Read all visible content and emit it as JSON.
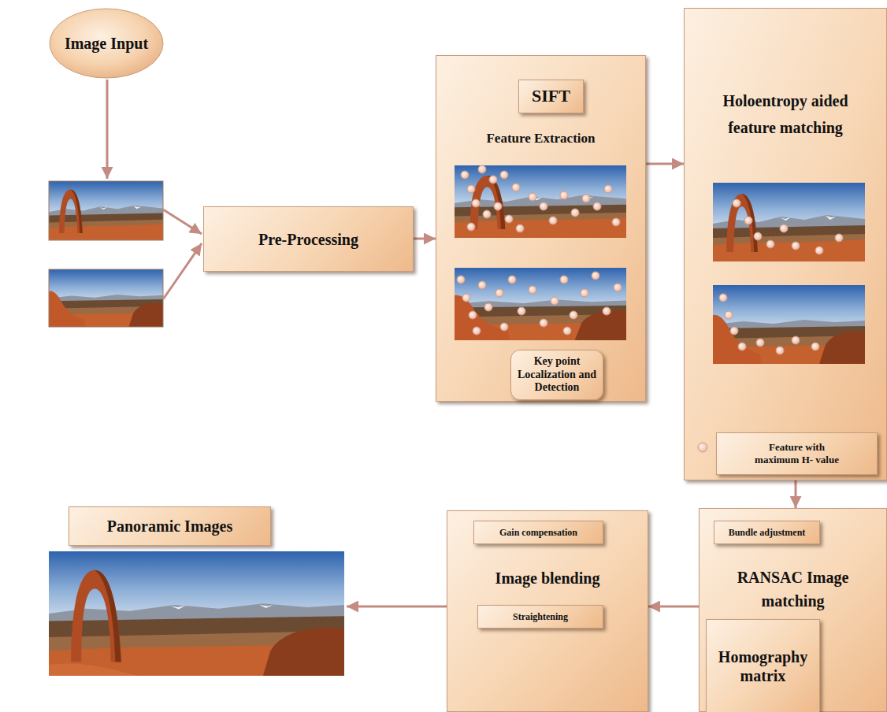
{
  "diagram": {
    "nodes": [
      {
        "text": [
          "Image Input"
        ]
      },
      {
        "text": [
          "Pre-Processing"
        ]
      },
      {
        "text": [
          "Feature Extraction"
        ]
      },
      {
        "text": [
          "SIFT"
        ],
        "in": 2
      },
      {
        "text": [
          "Key point Localization and Detection"
        ],
        "in": 2
      },
      {
        "text": [
          "Holoentropy aided feature matching"
        ]
      },
      {
        "text": [
          "Feature with maximum H- value"
        ],
        "in": 5
      },
      {
        "text": [
          "RANSAC Image matching"
        ]
      },
      {
        "text": [
          "Bundle adjustment"
        ],
        "in": 7
      },
      {
        "text": [
          "Homography matrix"
        ],
        "in": 7
      },
      {
        "text": [
          "Image blending"
        ]
      },
      {
        "text": [
          "Gain compensation"
        ],
        "in": 10
      },
      {
        "text": [
          "Straightening"
        ],
        "in": 10
      },
      {
        "text": [
          "Panoramic Images"
        ]
      }
    ],
    "edges": [
      {
        "from": 1,
        "to": 2,
        "arrow": "to"
      },
      {
        "from": 2,
        "to": 5,
        "arrow": "to"
      },
      {
        "from": 5,
        "to": 7,
        "arrow": "to"
      },
      {
        "from": 7,
        "to": 10,
        "arrow": "to"
      },
      {
        "from": 10,
        "to": 13,
        "arrow": "to"
      }
    ]
  }
}
